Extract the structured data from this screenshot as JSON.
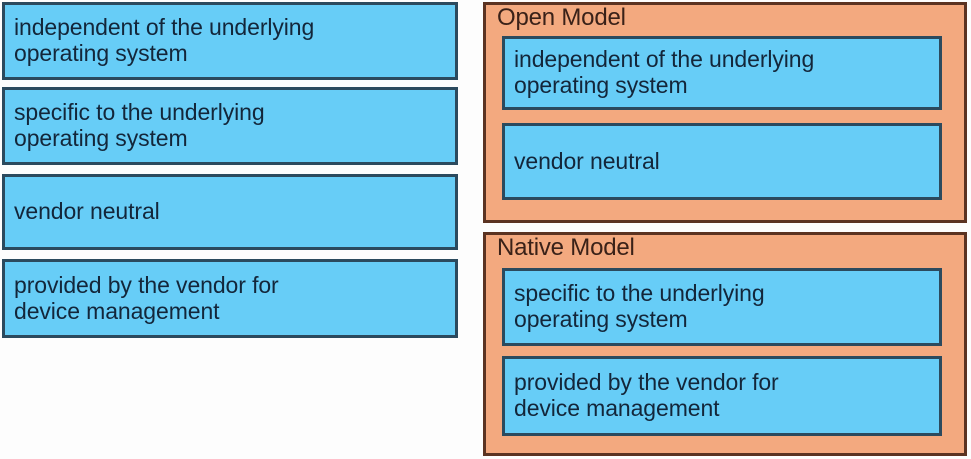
{
  "diagram": {
    "type": "drag-and-drop-matching",
    "colors": {
      "tile_fill": "#67cdf7",
      "tile_border": "#2b4a5e",
      "panel_fill": "#f3a97f",
      "panel_border": "#5b3322",
      "tile_text": "#13263a",
      "panel_title_text": "#3a2118",
      "background": "#fdfdfd"
    }
  },
  "source_list": {
    "name": "answer-choices",
    "items": [
      {
        "id": "opt-independent",
        "label": "independent of the underlying\noperating system"
      },
      {
        "id": "opt-specific",
        "label": "specific to the underlying\noperating system"
      },
      {
        "id": "opt-vendor-neutral",
        "label": "vendor neutral"
      },
      {
        "id": "opt-provided",
        "label": "provided by the vendor for\ndevice management"
      }
    ]
  },
  "panels": [
    {
      "id": "open-model",
      "title": "Open Model",
      "items": [
        {
          "id": "drop-open-1",
          "label": "independent of the underlying\noperating system"
        },
        {
          "id": "drop-open-2",
          "label": "vendor neutral"
        }
      ]
    },
    {
      "id": "native-model",
      "title": "Native Model",
      "items": [
        {
          "id": "drop-native-1",
          "label": "specific to the underlying\noperating system"
        },
        {
          "id": "drop-native-2",
          "label": "provided by the vendor for\ndevice management"
        }
      ]
    }
  ]
}
